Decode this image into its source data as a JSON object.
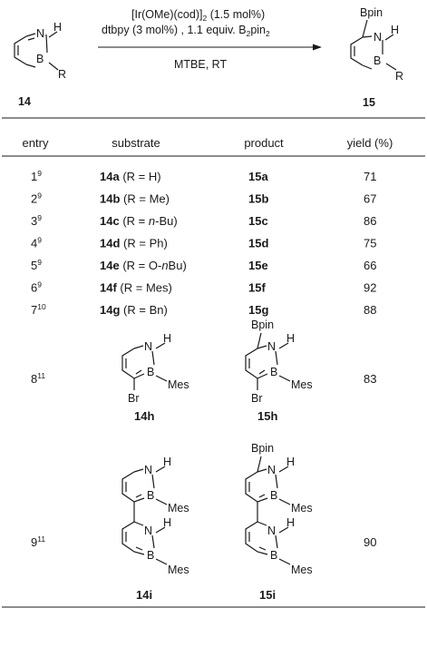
{
  "scheme": {
    "reactant_label": "14",
    "product_label": "15",
    "reactant_subst": "R",
    "product_top": "Bpin",
    "product_subst": "R",
    "atom_N": "N",
    "atom_B": "B",
    "atom_H": "H",
    "conditions": {
      "line1_pre": "[Ir(OMe)(cod)]",
      "line1_sub": "2",
      "line1_post": " (1.5 mol%)",
      "line2_pre": "dtbpy (3 mol%) , 1.1 equiv. B",
      "line2_sub1": "2",
      "line2_mid": "pin",
      "line2_sub2": "2",
      "line3": "MTBE, RT"
    }
  },
  "table": {
    "headers": [
      "entry",
      "substrate",
      "product",
      "yield (%)"
    ],
    "rows": [
      {
        "entry": "1",
        "ref": "9",
        "sub_id": "14a",
        "sub_r": "(R = H)",
        "sub_r_pre": "",
        "sub_r_ital": "",
        "sub_r_post": "",
        "product": "15a",
        "yield": "71"
      },
      {
        "entry": "2",
        "ref": "9",
        "sub_id": "14b",
        "sub_r": "(R = Me)",
        "sub_r_pre": "",
        "sub_r_ital": "",
        "sub_r_post": "",
        "product": "15b",
        "yield": "67"
      },
      {
        "entry": "3",
        "ref": "9",
        "sub_id": "14c",
        "sub_r": "",
        "sub_r_pre": "(R = ",
        "sub_r_ital": "n",
        "sub_r_post": "-Bu)",
        "product": "15c",
        "yield": "86"
      },
      {
        "entry": "4",
        "ref": "9",
        "sub_id": "14d",
        "sub_r": "(R = Ph)",
        "sub_r_pre": "",
        "sub_r_ital": "",
        "sub_r_post": "",
        "product": "15d",
        "yield": "75"
      },
      {
        "entry": "5",
        "ref": "9",
        "sub_id": "14e",
        "sub_r": "",
        "sub_r_pre": "(R = O-",
        "sub_r_ital": "n",
        "sub_r_post": "Bu)",
        "product": "15e",
        "yield": "66"
      },
      {
        "entry": "6",
        "ref": "9",
        "sub_id": "14f",
        "sub_r": "(R = Mes)",
        "sub_r_pre": "",
        "sub_r_ital": "",
        "sub_r_post": "",
        "product": "15f",
        "yield": "92"
      },
      {
        "entry": "7",
        "ref": "10",
        "sub_id": "14g",
        "sub_r": "(R = Bn)",
        "sub_r_pre": "",
        "sub_r_ital": "",
        "sub_r_post": "",
        "product": "15g",
        "yield": "88"
      }
    ],
    "entry8": {
      "entry": "8",
      "ref": "11",
      "sub_label": "14h",
      "prod_label": "15h",
      "yield": "83",
      "mes": "Mes",
      "br": "Br",
      "bpin": "Bpin"
    },
    "entry9": {
      "entry": "9",
      "ref": "11",
      "sub_label": "14i",
      "prod_label": "15i",
      "yield": "90",
      "mes": "Mes",
      "bpin": "Bpin"
    }
  }
}
